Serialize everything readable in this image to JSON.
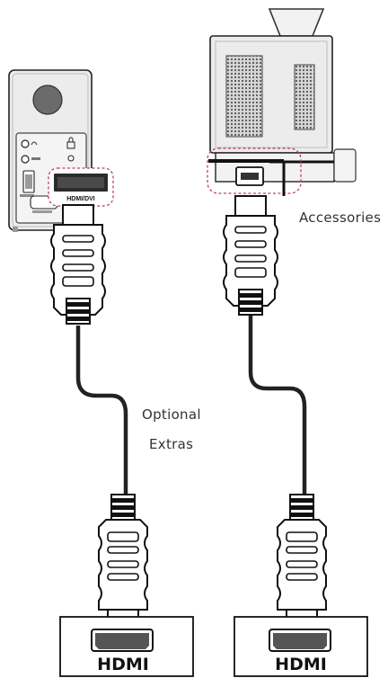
{
  "labels": {
    "port_label": "HDMI/DVI",
    "callout_accessories": "Accessories",
    "callout_optional_line1": "Optional",
    "callout_optional_line2": "Extras",
    "tv_left_label": "HDMI",
    "tv_right_label": "HDMI"
  },
  "colors": {
    "outline": "#111111",
    "device_fill": "#eeeeee",
    "highlight_dash": "#c0405a",
    "cable": "#222222"
  }
}
